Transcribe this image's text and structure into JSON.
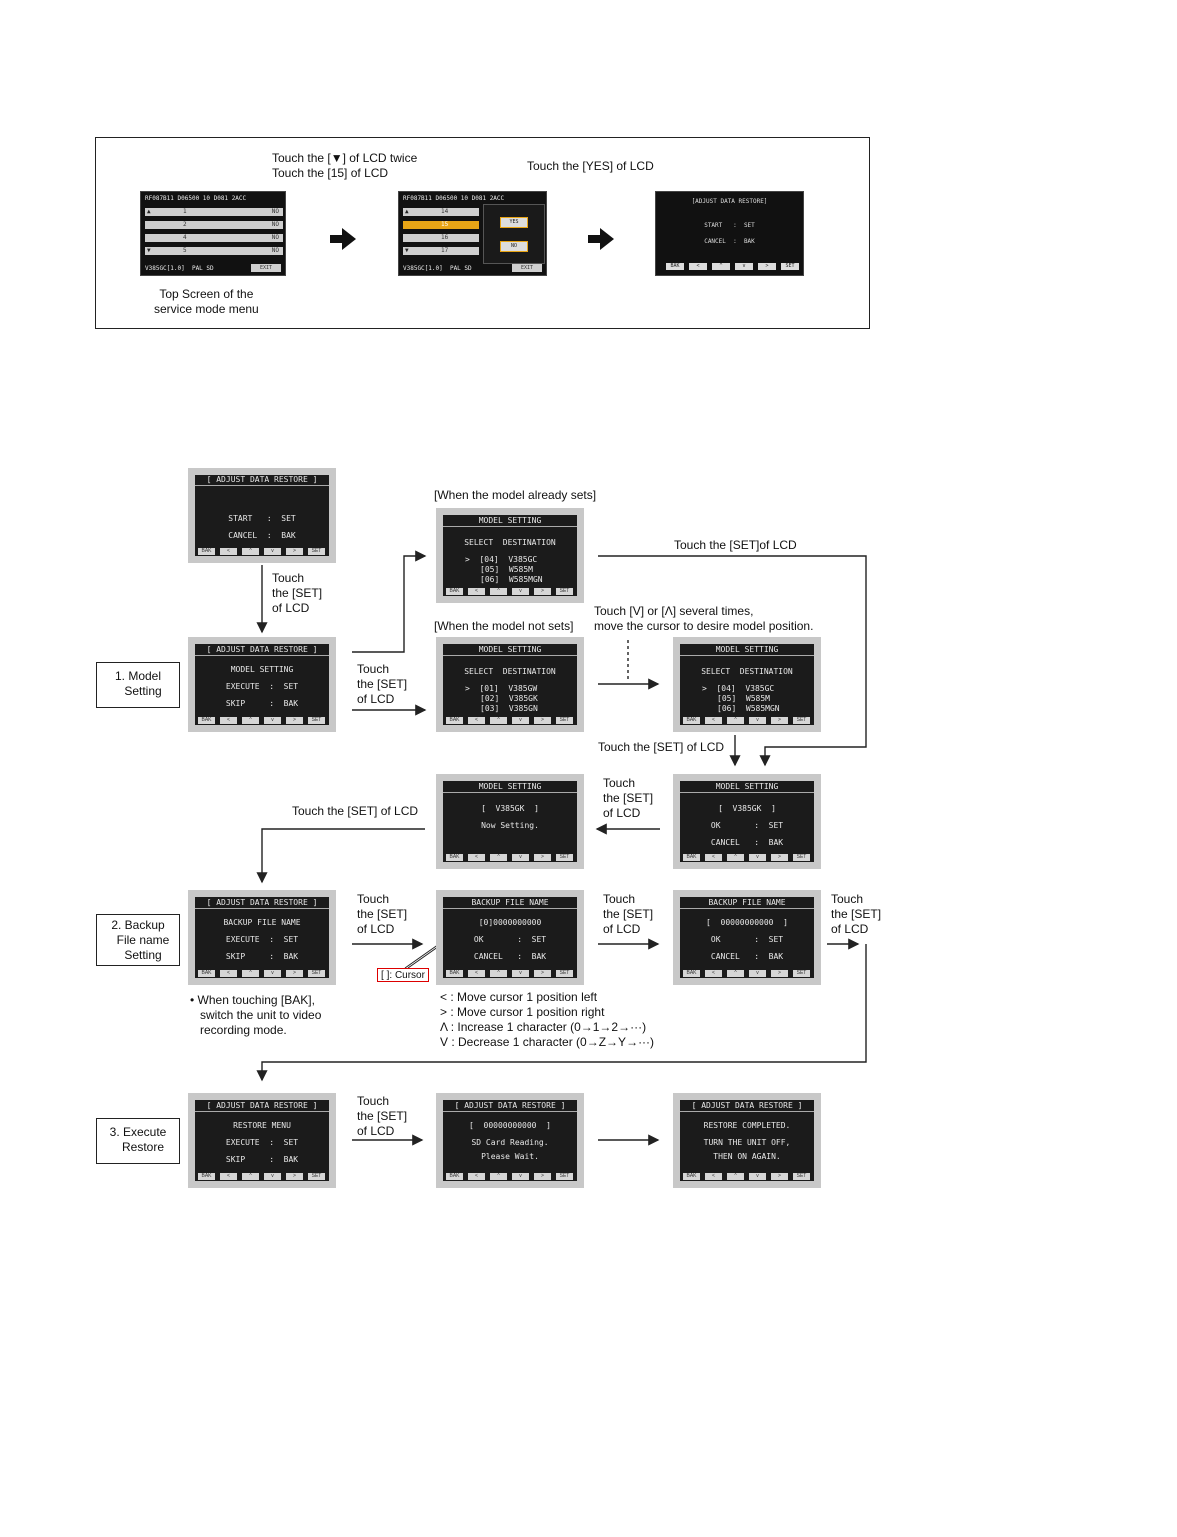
{
  "top": {
    "label1": "Touch the [▼] of LCD twice\nTouch the [15] of LCD",
    "label2": "Touch the [YES] of LCD",
    "caption": "Top Screen of the\nservice mode menu",
    "screen1": {
      "header": "RF087B11 D06500 10 D081 2ACC",
      "rows": [
        [
          "1",
          "NO"
        ],
        [
          "2",
          "NO"
        ],
        [
          "4",
          "NO"
        ],
        [
          "5",
          "NO"
        ]
      ],
      "footer": "V385GC[1.0]  PAL SD",
      "exit": "EXIT"
    },
    "screen2": {
      "header": "RF087B11 D06500 10 D081 2ACC",
      "rows": [
        "14",
        "15",
        "16",
        "17"
      ],
      "yes": "YES",
      "no": "NO",
      "footer": "V385GC[1.0]  PAL SD",
      "exit": "EXIT"
    },
    "screen3": {
      "title": "[ADJUST DATA RESTORE]",
      "l1": "START   :  SET",
      "l2": "CANCEL  :  BAK",
      "buttons": [
        "BAK",
        "<",
        "^",
        "v",
        ">",
        "SET"
      ]
    }
  },
  "lcd_buttons": [
    "BAK",
    "<",
    "^",
    "v",
    ">",
    "SET"
  ],
  "screens": {
    "restore_start": [
      "[ ADJUST DATA RESTORE ]",
      "START   :  SET",
      "CANCEL  :  BAK"
    ],
    "model_step": [
      "[ ADJUST DATA RESTORE ]",
      "MODEL SETTING",
      "EXECUTE  :  SET",
      "SKIP     :  BAK"
    ],
    "model_sets": [
      "MODEL SETTING",
      "SELECT  DESTINATION",
      ">  [04]  V385GC",
      "[05]  W585M",
      "[06]  W585MGN"
    ],
    "model_notsets": [
      "MODEL SETTING",
      "SELECT  DESTINATION",
      ">  [01]  V385GW",
      "[02]  V385GK",
      "[03]  V385GN"
    ],
    "model_moved": [
      "MODEL SETTING",
      "SELECT  DESTINATION",
      ">  [04]  V385GC",
      "[05]  W585M",
      "[06]  W585MGN"
    ],
    "model_confirm": [
      "MODEL SETTING",
      "[  V385GK  ]",
      "OK       :  SET",
      "CANCEL   :  BAK"
    ],
    "model_now": [
      "MODEL SETTING",
      "[  V385GK  ]",
      "Now Setting."
    ],
    "backup_step": [
      "[ ADJUST DATA RESTORE ]",
      "BACKUP FILE NAME",
      "EXECUTE  :  SET",
      "SKIP     :  BAK"
    ],
    "backup_edit": [
      "BACKUP FILE NAME",
      "[0]0000000000",
      "OK       :  SET",
      "CANCEL   :  BAK"
    ],
    "backup_confirm": [
      "BACKUP FILE NAME",
      "[  00000000000  ]",
      "OK       :  SET",
      "CANCEL   :  BAK"
    ],
    "execute_step": [
      "[ ADJUST DATA RESTORE ]",
      "RESTORE MENU",
      "EXECUTE  :  SET",
      "SKIP     :  BAK"
    ],
    "reading": [
      "[ ADJUST DATA RESTORE ]",
      "[  00000000000  ]",
      "SD Card Reading.",
      "Please Wait."
    ],
    "completed": [
      "[ ADJUST DATA RESTORE ]",
      "RESTORE COMPLETED.",
      "TURN THE UNIT OFF,",
      "THEN ON AGAIN."
    ]
  },
  "labels": {
    "touch_set_v": "Touch\nthe [SET]\nof LCD",
    "when_sets": "[When the model already sets]",
    "when_notsets": "[When the model not sets]",
    "touch_set_right": "Touch the [SET]of LCD",
    "touch_updown": "Touch [V] or [Λ] several times,\nmove the cursor to desire model position.",
    "touch_set_model": "Touch\nthe [SET]\nof LCD",
    "touch_set_bottom": "Touch the [SET] of LCD",
    "touch_set_back": "Touch\nthe [SET]\nof LCD",
    "touch_set_left": "Touch the [SET] of LCD",
    "touch_set_b1": "Touch\nthe [SET]\nof LCD",
    "touch_set_b2": "Touch\nthe [SET]\nof LCD",
    "touch_set_b3": "Touch\nthe [SET]\nof LCD",
    "touch_set_e1": "Touch\nthe [SET]\nof LCD",
    "bak_note": "• When touching [BAK],\n   switch the unit to video\n   recording mode.",
    "cursor": "[ ]: Cursor",
    "legend": "< : Move cursor 1 position left\n> : Move cursor 1 position right\nΛ : Increase 1 character (0→1→2→···)\nV : Decrease 1 character (0→Z→Y→···)"
  },
  "steps": {
    "s1": "1. Model\n   Setting",
    "s2": "2. Backup\n   File name\n   Setting",
    "s3": "3. Execute\n   Restore"
  }
}
